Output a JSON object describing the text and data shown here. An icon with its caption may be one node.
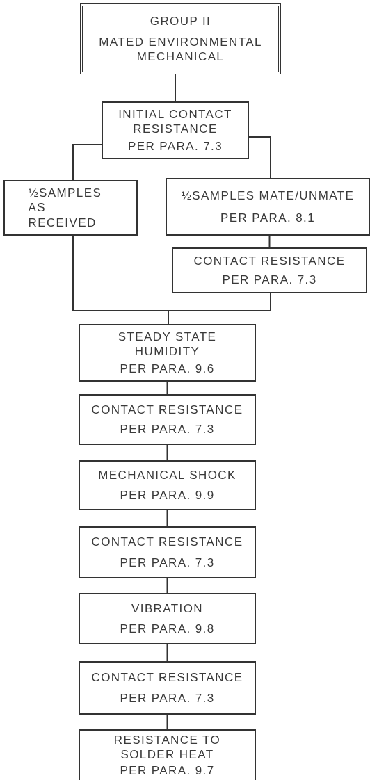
{
  "diagram": {
    "nodes": [
      {
        "text": [
          "GROUP II",
          "MATED ENVIRONMENTAL MECHANICAL"
        ]
      },
      {
        "text": [
          "INITIAL CONTACT RESISTANCE",
          "PER PARA. 7.3"
        ]
      },
      {
        "text": [
          "½SAMPLES AS RECEIVED"
        ]
      },
      {
        "text": [
          "½SAMPLES MATE/UNMATE",
          "PER PARA. 8.1"
        ]
      },
      {
        "text": [
          "CONTACT RESISTANCE",
          "PER PARA. 7.3"
        ]
      },
      {
        "text": [
          "STEADY STATE HUMIDITY",
          "PER PARA. 9.6"
        ]
      },
      {
        "text": [
          "CONTACT RESISTANCE",
          "PER PARA. 7.3"
        ]
      },
      {
        "text": [
          "MECHANICAL SHOCK",
          "PER PARA. 9.9"
        ]
      },
      {
        "text": [
          "CONTACT RESISTANCE",
          "PER PARA. 7.3"
        ]
      },
      {
        "text": [
          "VIBRATION",
          "PER PARA. 9.8"
        ]
      },
      {
        "text": [
          "CONTACT RESISTANCE",
          "PER PARA. 7.3"
        ]
      },
      {
        "text": [
          "RESISTANCE TO SOLDER HEAT",
          "PER PARA. 9.7"
        ]
      }
    ],
    "edges": [
      {
        "from": 0,
        "to": 1,
        "arrow": "none"
      },
      {
        "from": 1,
        "to": 2,
        "arrow": "none"
      },
      {
        "from": 1,
        "to": 3,
        "arrow": "none"
      },
      {
        "from": 3,
        "to": 4,
        "arrow": "none"
      },
      {
        "from": 2,
        "to": 5,
        "arrow": "none"
      },
      {
        "from": 4,
        "to": 5,
        "arrow": "none"
      },
      {
        "from": 5,
        "to": 6,
        "arrow": "none"
      },
      {
        "from": 6,
        "to": 7,
        "arrow": "none"
      },
      {
        "from": 7,
        "to": 8,
        "arrow": "none"
      },
      {
        "from": 8,
        "to": 9,
        "arrow": "none"
      },
      {
        "from": 9,
        "to": 10,
        "arrow": "none"
      },
      {
        "from": 10,
        "to": 11,
        "arrow": "none"
      }
    ]
  }
}
